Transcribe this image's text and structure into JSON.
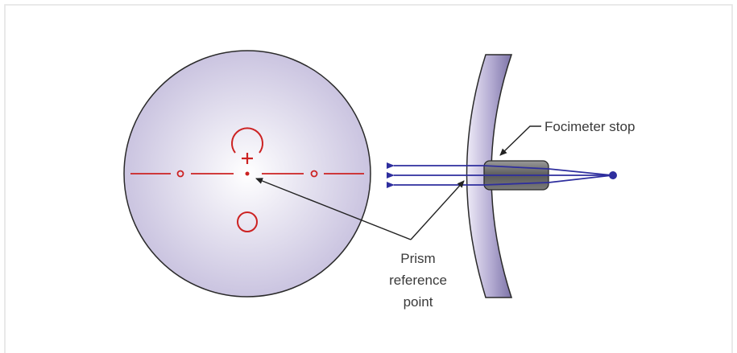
{
  "labels": {
    "focimeter_stop": "Focimeter stop",
    "prism_ref_line1": "Prism",
    "prism_ref_line2": "reference",
    "prism_ref_line3": "point"
  },
  "colors": {
    "lens_fill_center": "#ffffff",
    "lens_fill_edge": "#c9c2e0",
    "lens_outline": "#2a2a2a",
    "markings": "#cc2222",
    "rays": "#2e2e9e",
    "stop_fill": "#6a6a6a",
    "border": "#e0e0e0",
    "leader": "#222222"
  }
}
